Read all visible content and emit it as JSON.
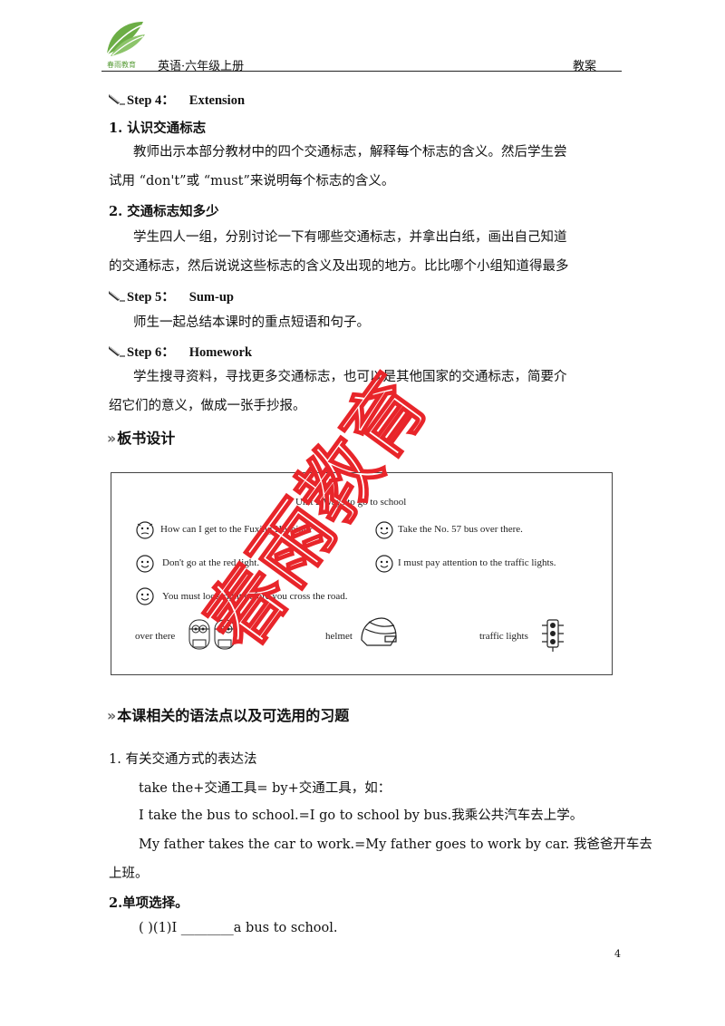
{
  "header": {
    "subject": "英语·六年级上册",
    "doc_type": "教案",
    "logo_text": "春雨教育"
  },
  "steps": [
    {
      "label": "Step 4：",
      "title": "Extension"
    },
    {
      "label": "Step 5：",
      "title": "Sum-up"
    },
    {
      "label": "Step 6：",
      "title": "Homework"
    }
  ],
  "ext": {
    "h1": "1. 认识交通标志",
    "p1_line1": "教师出示本部分教材中的四个交通标志，解释每个标志的含义。然后学生尝",
    "p1_line2": "试用 “don't”或 “must”来说明每个标志的含义。",
    "h2": "2. 交通标志知多少",
    "p2_line1": "学生四人一组，分别讨论一下有哪些交通标志，并拿出白纸，画出自己知道",
    "p2_line2": "的交通标志，然后说说这些标志的含义及出现的地方。比比哪个小组知道得最多"
  },
  "sumup": "师生一起总结本课时的重点短语和句子。",
  "homework": {
    "line1": "学生搜寻资料，寻找更多交通标志，也可以是其他国家的交通标志，简要介",
    "line2": "绍它们的意义，做成一张手抄报。"
  },
  "board_section": "板书设计",
  "board": {
    "title": "Unit 2  Ways to go to school",
    "q1": "How can I get to the Fuxing Hospital?",
    "a1": "Take the No. 57 bus over there.",
    "s2": "Don't go at the red light.",
    "s3": "I must pay attention to the traffic lights.",
    "s4": "You must look right before you cross the road.",
    "w1": "over there",
    "w2": "helmet",
    "w3": "traffic lights"
  },
  "grammar_section": "本课相关的语法点以及可选用的习题",
  "grammar": {
    "h1": "1. 有关交通方式的表达法",
    "l1": "take the+交通工具= by+交通工具，如：",
    "l2": "I take the bus to school.=I go to school by bus.我乘公共汽车去上学。",
    "l3a": "My father takes the car to work.=My father goes to work by car. 我爸爸开车去",
    "l3b": "上班。",
    "h2": "2.单项选择。",
    "q1": "(    )(1)I ________a bus to school."
  },
  "watermark": "春雨教育",
  "page_number": "4",
  "colors": {
    "watermark": "#e8252a",
    "logo_green": "#5a9e3a"
  }
}
